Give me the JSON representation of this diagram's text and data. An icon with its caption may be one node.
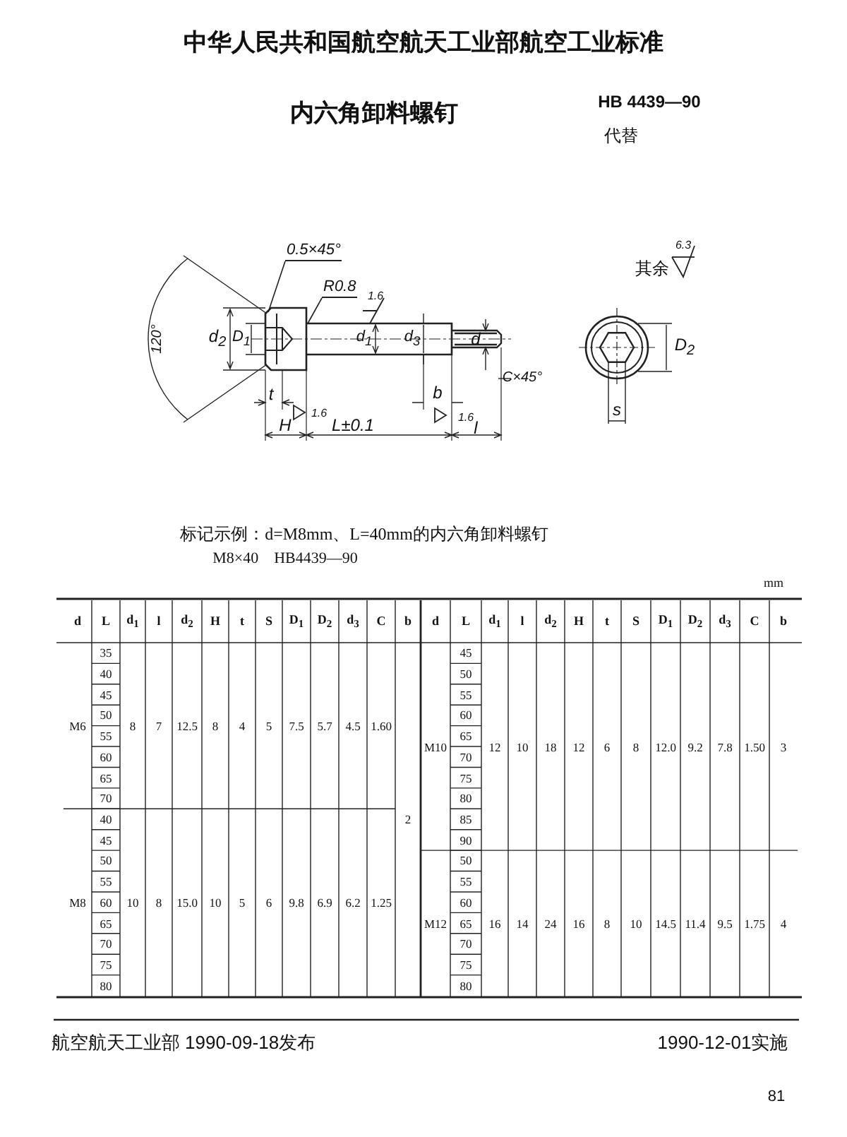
{
  "diagram": {
    "title": "内六角卸料螺钉",
    "nodes": [
      {
        "text": [
          "0.5×45°"
        ]
      },
      {
        "text": [
          "R0.8"
        ]
      }
    ],
    "edges": [
      {
        "from": 0,
        "to": null,
        "arrow": "none"
      },
      {
        "from": 1,
        "to": null,
        "arrow": "none"
      }
    ],
    "labels": [
      "中华人民共和国航空航天工业部航空工业标准",
      "HB 4439—90",
      "代替",
      "1.6",
      "120°",
      "d$_{2}$",
      "D$_{1}$",
      "d$_{1}$",
      "d$_{3}$",
      "d",
      "C×45°",
      "t",
      "1.6",
      "H",
      "L±0.1",
      "b",
      "1.6",
      "l",
      "其余",
      "6.3",
      "D$_{2}$",
      "s",
      "标记示例：d=M8mm、L=40mm的内六角卸料螺钉",
      "M8×40　HB4439—90",
      "mm",
      "d",
      "L",
      "d$_{1}$",
      "l",
      "d$_{2}$",
      "H",
      "t",
      "S",
      "D$_{1}$",
      "D$_{2}$",
      "d$_{3}$",
      "C",
      "b",
      "d",
      "L",
      "d$_{1}$",
      "l",
      "d$_{2}$",
      "H",
      "t",
      "S",
      "D$_{1}$",
      "D$_{2}$",
      "d$_{3}$",
      "C",
      "b",
      "M6",
      "35",
      "40",
      "45",
      "50",
      "55",
      "60",
      "65",
      "70",
      "8",
      "7",
      "12.5",
      "8",
      "4",
      "5",
      "7.5",
      "5.7",
      "4.5",
      "1.60",
      "M8",
      "40",
      "45",
      "50",
      "55",
      "60",
      "65",
      "70",
      "75",
      "80",
      "10",
      "8",
      "15.0",
      "10",
      "5",
      "6",
      "9.8",
      "6.9",
      "6.2",
      "1.25",
      "2",
      "M10",
      "45",
      "50",
      "55",
      "60",
      "65",
      "70",
      "75",
      "80",
      "85",
      "90",
      "12",
      "10",
      "18",
      "12",
      "6",
      "8",
      "12.0",
      "9.2",
      "7.8",
      "1.50",
      "3",
      "M12",
      "50",
      "55",
      "60",
      "65",
      "70",
      "75",
      "80",
      "16",
      "14",
      "24",
      "16",
      "8",
      "10",
      "14.5",
      "11.4",
      "9.5",
      "1.75",
      "4",
      "航空航天工业部 1990-09-18发布",
      "1990-12-01实施",
      "81"
    ]
  }
}
